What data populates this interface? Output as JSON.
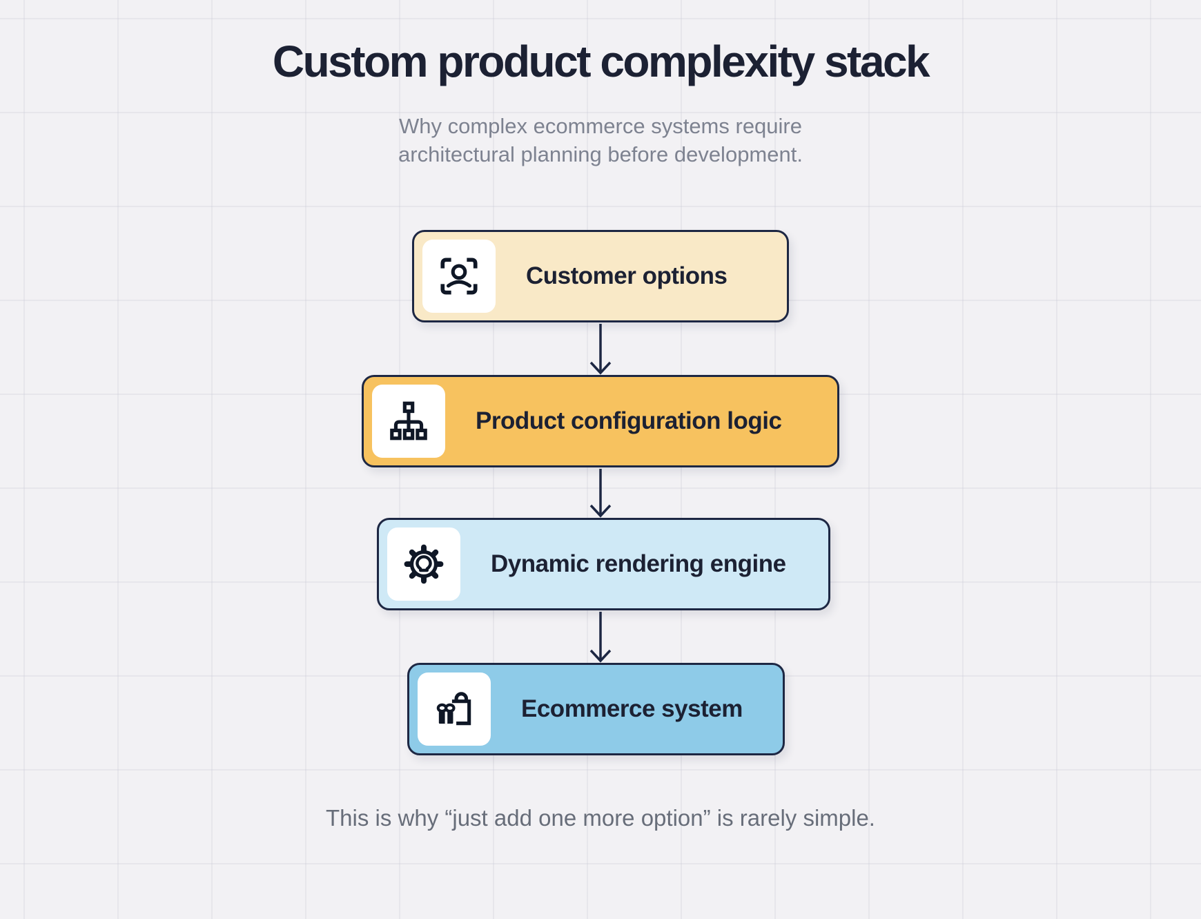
{
  "header": {
    "title": "Custom product complexity stack",
    "subtitle": {
      "line1": "Why complex ecommerce systems require",
      "line2": "architectural planning before development."
    }
  },
  "stack": [
    {
      "label": "Customer options",
      "icon": "user-scan-icon",
      "fill": "#f9e9c7"
    },
    {
      "label": "Product configuration logic",
      "icon": "sitemap-icon",
      "fill": "#f7c25f"
    },
    {
      "label": "Dynamic rendering engine",
      "icon": "gear-bulb-icon",
      "fill": "#cfe9f6"
    },
    {
      "label": "Ecommerce system",
      "icon": "shopping-bag-gift-icon",
      "fill": "#8ecbe8"
    }
  ],
  "footer": {
    "caption": "This is why “just add one more option” is rarely simple."
  },
  "colors": {
    "background": "#f2f1f4",
    "grid_line": "#dcdbe2",
    "box_border": "#1d2743",
    "title_text": "#1c2133",
    "subtitle_text": "#7d8290",
    "caption_text": "#676d79",
    "icon_tile": "#ffffff",
    "icon_stroke": "#0f1726",
    "arrow": "#1d2743"
  }
}
